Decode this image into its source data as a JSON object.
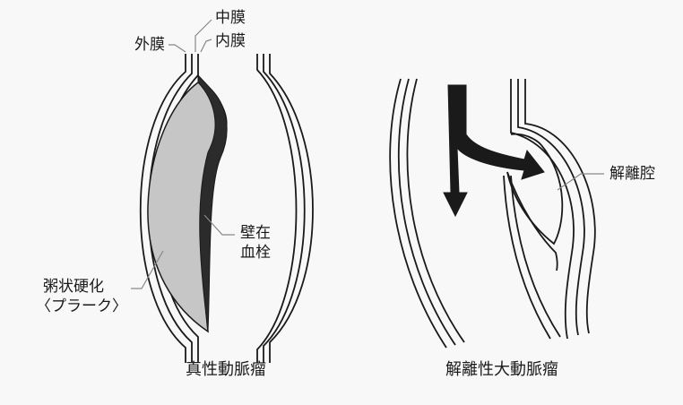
{
  "true_aneurysm": {
    "caption": "真性動脈瘤",
    "labels": {
      "tunica_media": "中膜",
      "tunica_externa": "外膜",
      "tunica_intima": "内膜",
      "thrombus_line1": "壁在",
      "thrombus_line2": "血栓",
      "plaque_line1": "粥状硬化",
      "plaque_line2": "〈プラーク〉"
    }
  },
  "dissecting_aneurysm": {
    "caption": "解離性大動脈瘤",
    "labels": {
      "false_lumen": "解離腔"
    }
  },
  "colors": {
    "wall_line": "#1a1a1a",
    "plaque_fill": "#c6c6c6",
    "thrombus_fill": "#2b2b2b",
    "leader_line": "#888888",
    "background": "#f8f8f8"
  }
}
